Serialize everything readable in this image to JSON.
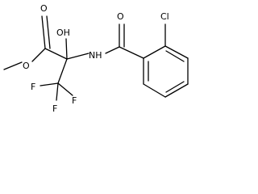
{
  "atoms": {
    "o_ester_carbonyl": "O",
    "o_ester": "O",
    "oh": "OH",
    "nh": "NH",
    "o_amide": "O",
    "cl": "Cl",
    "f1": "F",
    "f2": "F",
    "f3": "F"
  },
  "colors": {
    "bond": "#000000",
    "text": "#000000",
    "background": "#ffffff"
  }
}
